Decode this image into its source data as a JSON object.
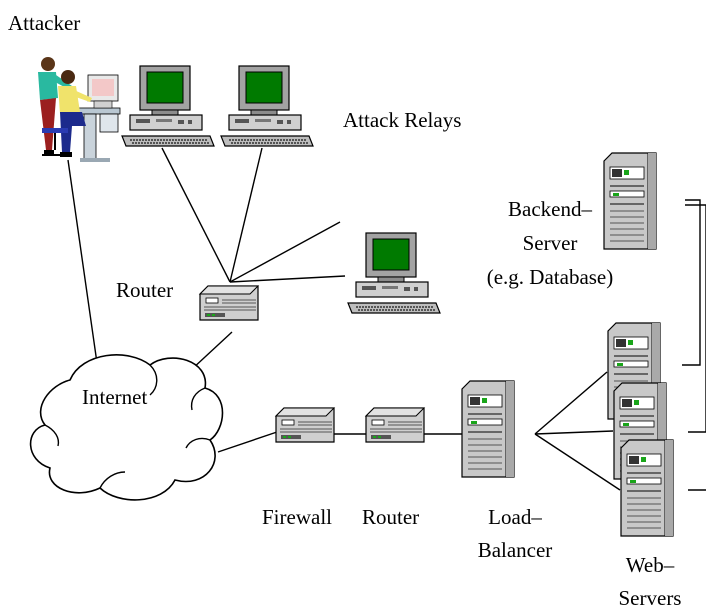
{
  "labels": {
    "attacker": "Attacker",
    "attack_relays": "Attack Relays",
    "backend_server": [
      "Backend–",
      "Server",
      "(e.g. Database)"
    ],
    "router_top": "Router",
    "internet": "Internet",
    "firewall": "Firewall",
    "router_bottom": "Router",
    "load_balancer": [
      "Load–",
      "Balancer"
    ],
    "web_servers": [
      "Web–",
      "Servers"
    ]
  },
  "icons": {
    "attacker": "person-at-computer-icon",
    "relay": "desktop-computer-icon",
    "network_device": "network-box-icon",
    "server": "tower-server-icon",
    "cloud": "cloud-icon"
  },
  "colors": {
    "screen": "#007a00",
    "monitor_body": "#a9a9a9",
    "device_body": "#c8c8c8",
    "led_green": "#1aa51a",
    "line": "#000000"
  }
}
